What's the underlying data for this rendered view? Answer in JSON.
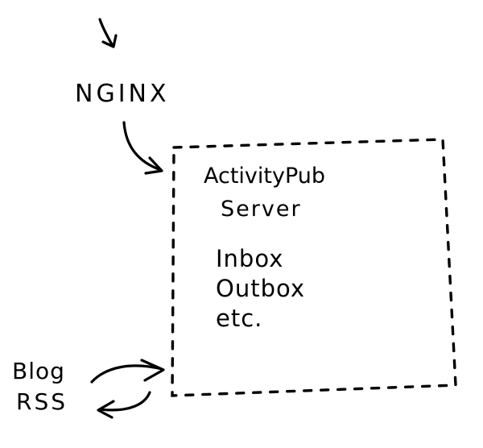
{
  "labels": {
    "proxy": "NGINX",
    "server_line1": "ActivityPub",
    "server_line2": "Server",
    "features": [
      "Inbox",
      "Outbox",
      "etc."
    ],
    "blog_line1": "Blog",
    "blog_line2": "RSS"
  },
  "colors": {
    "ink": "#000000",
    "paper": "#ffffff"
  }
}
